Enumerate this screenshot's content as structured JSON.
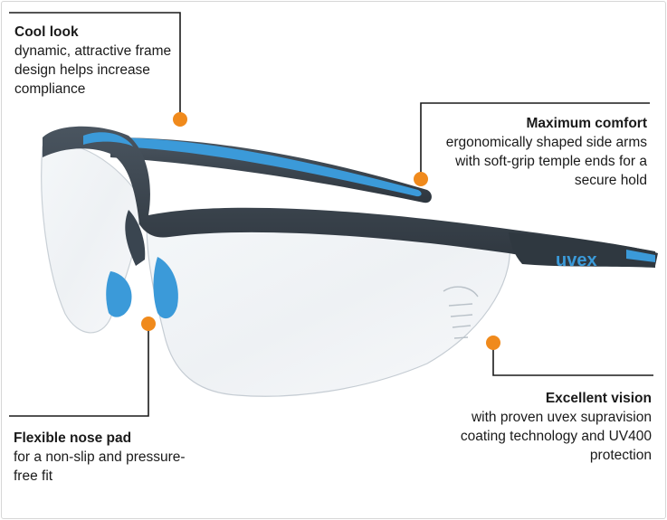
{
  "brand": {
    "logo_text": "uvex",
    "accent": "#3b9ad9",
    "frame_color": "#3a4550",
    "dot_color": "#f08a1c"
  },
  "callouts": {
    "cool_look": {
      "title": "Cool look",
      "body": "dynamic, attractive frame design helps increase compliance"
    },
    "maximum_comfort": {
      "title": "Maximum comfort",
      "body": "ergonomically shaped side arms with soft-grip temple ends for a secure hold"
    },
    "flexible_nose_pad": {
      "title": "Flexible nose pad",
      "body": "for a non-slip and pressure-free fit"
    },
    "excellent_vision": {
      "title": "Excellent vision",
      "body": "with proven uvex supravision coating technology and UV400 protection"
    }
  }
}
